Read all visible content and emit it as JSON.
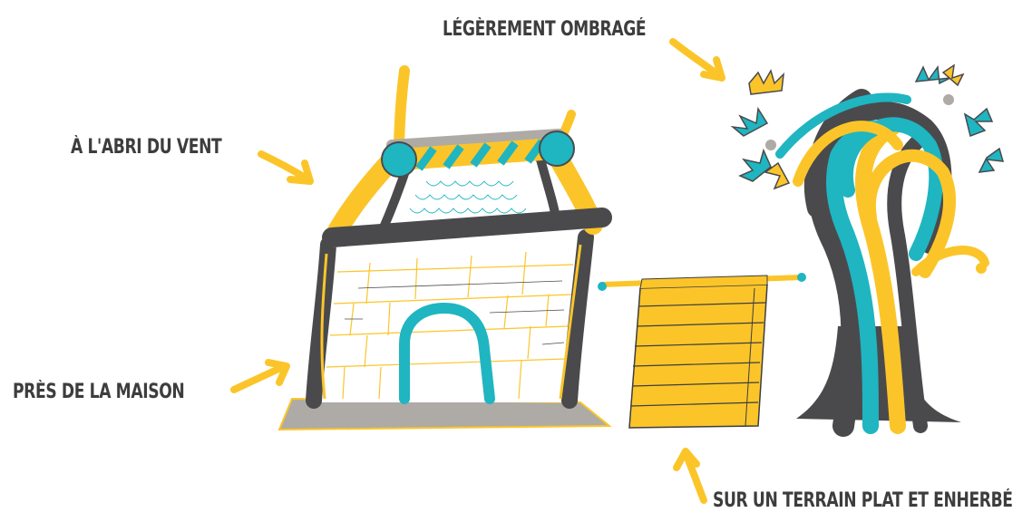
{
  "labels": {
    "lightly_shaded": "LÉGÈREMENT OMBRAGÉ",
    "wind_shelter": "À L'ABRI DU VENT",
    "near_house": "PRÈS DE LA MAISON",
    "flat_grass": "SUR UN TERRAIN PLAT ET ENHERBÉ"
  },
  "colors": {
    "yellow": "#fbc52a",
    "teal": "#1fb5c1",
    "dark_gray": "#4a4a4c",
    "light_gray": "#aeaaa6",
    "text": "#3d3d3e"
  },
  "icons": [
    "house-drawing",
    "tree-drawing",
    "hanging-cloth",
    "arrow-icon"
  ]
}
